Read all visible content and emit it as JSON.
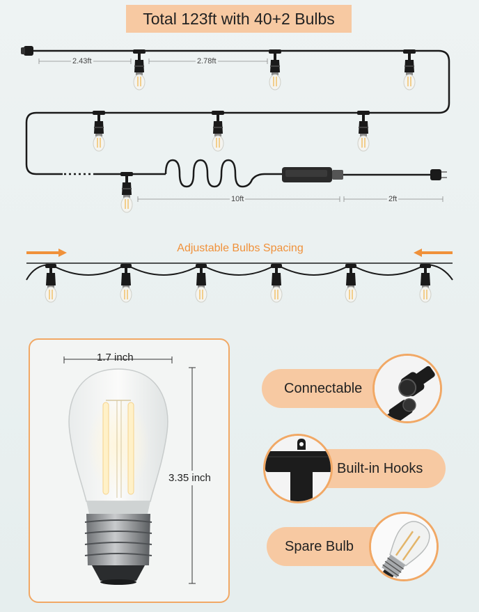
{
  "title": "Total 123ft with 40+2 Bulbs",
  "dimensions": {
    "seg1": "2.43ft",
    "seg2": "2.78ft",
    "lead": "10ft",
    "plug": "2ft"
  },
  "spacing_label": "Adjustable Bulbs Spacing",
  "bulb_size": {
    "width": "1.7 inch",
    "height": "3.35 inch"
  },
  "features": [
    {
      "label": "Connectable",
      "icon": "connector-icon"
    },
    {
      "label": "Built-in Hooks",
      "icon": "hook-socket-icon"
    },
    {
      "label": "Spare Bulb",
      "icon": "spare-bulb-icon"
    }
  ],
  "colors": {
    "accent": "#f1a865",
    "pill": "#f7c9a2",
    "arrow": "#f0913a",
    "cable": "#1a1a1a"
  }
}
